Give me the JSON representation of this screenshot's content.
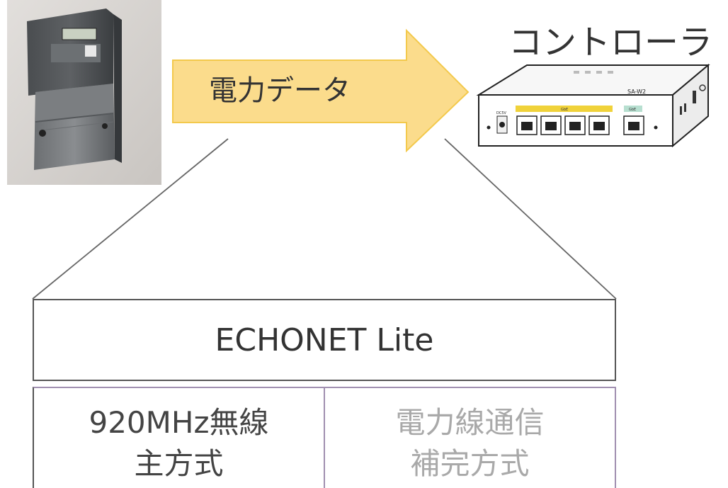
{
  "arrow": {
    "label": "電力データ",
    "fill_color": "#fbdc8c",
    "stroke_color": "#f3c94c"
  },
  "controller": {
    "title": "コントローラ",
    "device_labels": {
      "port_group_a": "GbE",
      "port_group_b": "GbE",
      "brand": "SA-W2",
      "power": "DC5V"
    }
  },
  "protocol_stack": {
    "top_layer": "ECHONET Lite",
    "primary_method": {
      "line1": "920MHz無線",
      "line2": "主方式"
    },
    "secondary_method": {
      "line1": "電力線通信",
      "line2": "補完方式"
    }
  },
  "colors": {
    "text": "#333333",
    "secondary_text": "#a9a9a9",
    "box_border": "#555555",
    "lower_border": "#a08fb0",
    "port_group_a": "#f0d23a",
    "port_group_b": "#b7dfd0"
  }
}
